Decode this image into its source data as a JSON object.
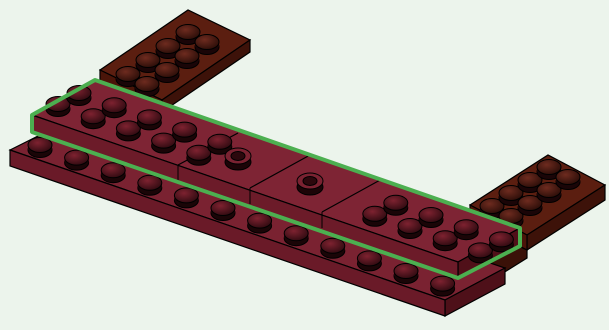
{
  "scene": {
    "kind": "lego-build-instruction-step",
    "background_color": "#ECF4EC",
    "highlight_color": "#4CAF50",
    "brown_color": "#6B2E1F",
    "red_color": "#7B2130",
    "outline_color": "#000000",
    "parts": [
      {
        "name": "brown-plate-back-left"
      },
      {
        "name": "brown-plate-front-right"
      },
      {
        "name": "dark-red-long-plate"
      },
      {
        "name": "dark-red-highlighted-plate"
      },
      {
        "name": "jumper-tile-1"
      },
      {
        "name": "jumper-tile-2"
      }
    ]
  }
}
